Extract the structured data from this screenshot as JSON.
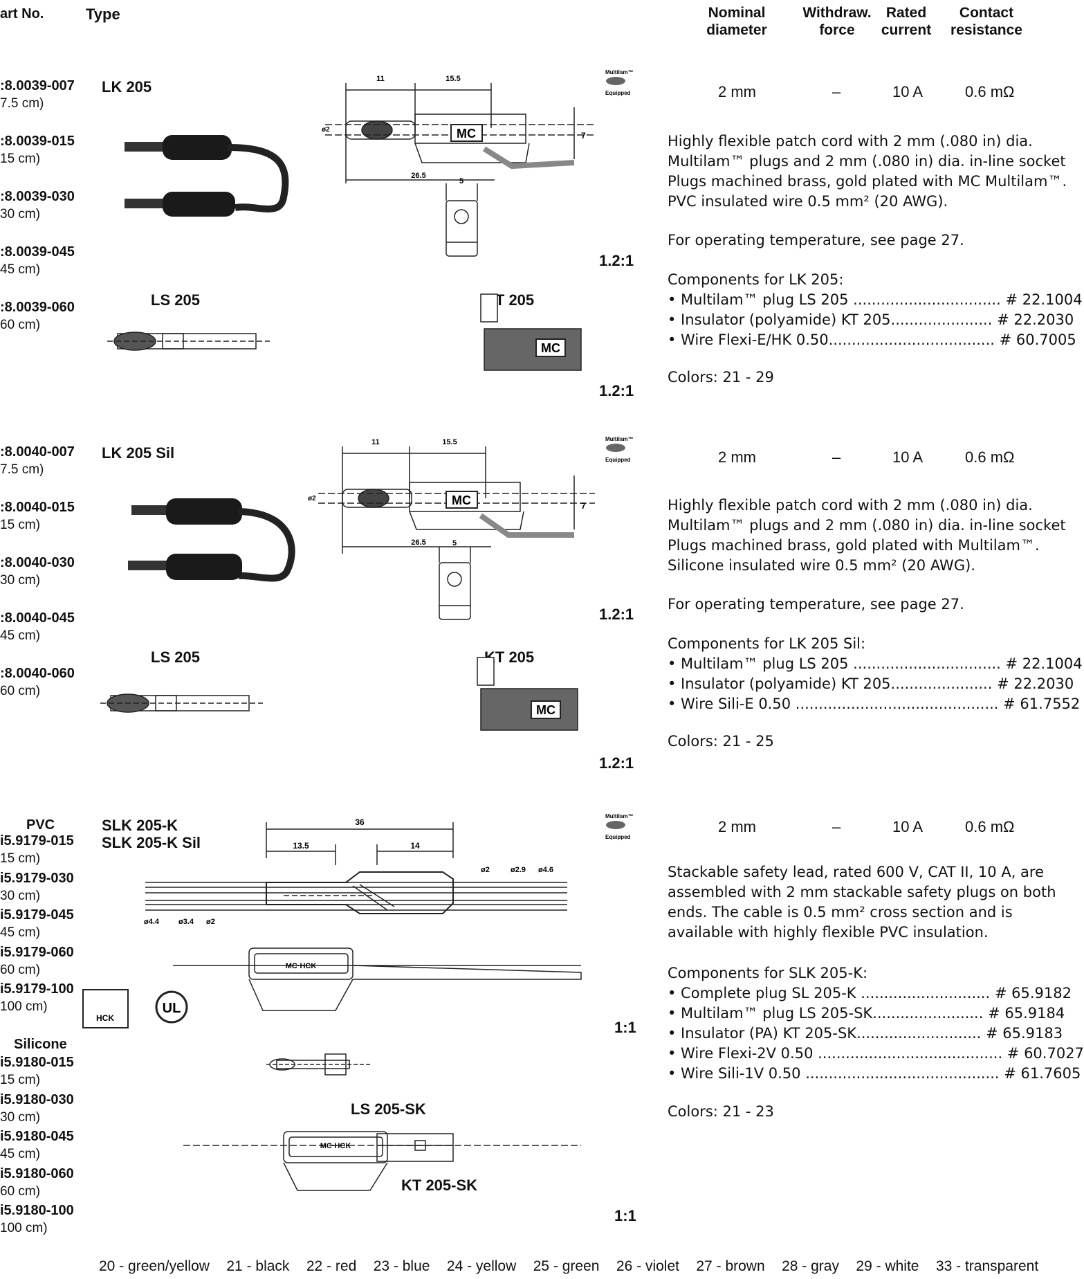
{
  "headers": {
    "part_no": "art No.",
    "type": "Type",
    "nominal_diameter": [
      "Nominal",
      "diameter"
    ],
    "withdraw_force": [
      "Withdraw.",
      "force"
    ],
    "rated_current": [
      "Rated",
      "current"
    ],
    "contact_resistance": [
      "Contact",
      "resistance"
    ]
  },
  "sections": [
    {
      "parts": [
        {
          "no": ":8.0039-007",
          "len": "7.5 cm)"
        },
        {
          "no": ":8.0039-015",
          "len": "15 cm)"
        },
        {
          "no": ":8.0039-030",
          "len": "30 cm)"
        },
        {
          "no": ":8.0039-045",
          "len": "45 cm)"
        },
        {
          "no": ":8.0039-060",
          "len": "60 cm)"
        }
      ],
      "type": "LK 205",
      "sub_plug": "LS 205",
      "sub_insulator": "KT 205",
      "ratio1": "1.2:1",
      "ratio2": "1.2:1",
      "specs": {
        "diameter": "2 mm",
        "force": "–",
        "current": "10 A",
        "resistance": "0.6 mΩ"
      },
      "description": [
        "Highly flexible patch cord with 2 mm (.080 in) dia.",
        "Multilam™ plugs and 2 mm (.080 in) dia. in-line socket",
        "Plugs machined brass, gold plated with MC Multilam™.",
        "PVC insulated wire 0.5 mm² (20 AWG)."
      ],
      "temperature": "For operating temperature, see page 27.",
      "components_title": "Components for LK 205:",
      "components": [
        {
          "name": "• Multilam™ plug LS 205",
          "dots": " ................................",
          "no": " # 22.1004"
        },
        {
          "name": "• Insulator (polyamide) KT 205",
          "dots": "......................",
          "no": " # 22.2030"
        },
        {
          "name": "• Wire Flexi-E/HK 0.50",
          "dots": "....................................",
          "no": " # 60.7005"
        }
      ],
      "colors": "Colors:  21 - 29"
    },
    {
      "parts": [
        {
          "no": ":8.0040-007",
          "len": "7.5 cm)"
        },
        {
          "no": ":8.0040-015",
          "len": "15 cm)"
        },
        {
          "no": ":8.0040-030",
          "len": "30 cm)"
        },
        {
          "no": ":8.0040-045",
          "len": "45 cm)"
        },
        {
          "no": ":8.0040-060",
          "len": "60 cm)"
        }
      ],
      "type": "LK 205 Sil",
      "sub_plug": "LS 205",
      "sub_insulator": "KT 205",
      "ratio1": "1.2:1",
      "ratio2": "1.2:1",
      "specs": {
        "diameter": "2 mm",
        "force": "–",
        "current": "10 A",
        "resistance": "0.6 mΩ"
      },
      "description": [
        "Highly flexible patch cord with 2 mm (.080 in) dia.",
        "Multilam™ plugs and 2 mm (.080 in) dia. in-line socket",
        "Plugs machined brass, gold plated with Multilam™.",
        "Silicone insulated wire 0.5 mm² (20 AWG)."
      ],
      "temperature": "For operating temperature, see page 27.",
      "components_title": "Components for LK 205 Sil:",
      "components": [
        {
          "name": "• Multilam™ plug LS 205",
          "dots": " ................................",
          "no": " # 22.1004"
        },
        {
          "name": "• Insulator (polyamide) KT 205",
          "dots": "......................",
          "no": " # 22.2030"
        },
        {
          "name": "• Wire Sili-E 0.50",
          "dots": " ............................................",
          "no": " # 61.7552"
        }
      ],
      "colors": "Colors:  21 - 25"
    },
    {
      "group_pvc": "PVC",
      "group_silicone": "Silicone",
      "parts_pvc": [
        {
          "no": "i5.9179-015",
          "len": "15 cm)"
        },
        {
          "no": "i5.9179-030",
          "len": "30 cm)"
        },
        {
          "no": "i5.9179-045",
          "len": "45 cm)"
        },
        {
          "no": "i5.9179-060",
          "len": "60 cm)"
        },
        {
          "no": "i5.9179-100",
          "len": "100 cm)"
        }
      ],
      "parts_silicone": [
        {
          "no": "i5.9180-015",
          "len": "15 cm)"
        },
        {
          "no": "i5.9180-030",
          "len": "30 cm)"
        },
        {
          "no": "i5.9180-045",
          "len": "45 cm)"
        },
        {
          "no": "i5.9180-060",
          "len": "60 cm)"
        },
        {
          "no": "i5.9180-100",
          "len": "100 cm)"
        }
      ],
      "type": "SLK 205-K",
      "type2": "SLK 205-K Sil",
      "sub_plug": "LS 205-SK",
      "sub_insulator": "KT 205-SK",
      "ratio1": "1:1",
      "ratio2": "1:1",
      "dims": {
        "total": "36",
        "left": "13.5",
        "right": "14",
        "d1": "ø2",
        "d2": "ø2.9",
        "d3": "ø4.6",
        "d4": "ø4.4",
        "d5": "ø3.4",
        "d6": "ø2"
      },
      "specs": {
        "diameter": "2 mm",
        "force": "–",
        "current": "10 A",
        "resistance": "0.6 mΩ"
      },
      "description": [
        "Stackable safety lead, rated 600 V, CAT II, 10 A, are",
        "assembled with 2 mm stackable safety plugs on both",
        "ends.  The cable is 0.5 mm² cross section and is",
        "available with highly flexible PVC insulation."
      ],
      "components_title": "Components for SLK 205-K:",
      "components": [
        {
          "name": "• Complete plug SL 205-K",
          "dots": " ............................",
          "no": " # 65.9182"
        },
        {
          "name": "• Multilam™ plug LS 205-SK",
          "dots": "........................",
          "no": " # 65.9184"
        },
        {
          "name": "• Insulator (PA) KT 205-SK",
          "dots": "...........................",
          "no": " # 65.9183"
        },
        {
          "name": "• Wire Flexi-2V 0.50",
          "dots": " ........................................",
          "no": " # 60.7027"
        },
        {
          "name": "• Wire Sili-1V 0.50",
          "dots": " ..........................................",
          "no": " # 61.7605"
        }
      ],
      "colors": "Colors:  21 - 23"
    }
  ],
  "drawing_labels": {
    "dim_11": "11",
    "dim_15_5": "15.5",
    "dim_26_5": "26.5",
    "dim_5": "5",
    "dim_7": "7",
    "dim_o2": "ø2",
    "mc": "MC",
    "mc_hck": "MC·HCK",
    "multilam_badge": [
      "Multilam™",
      "Equipped"
    ],
    "ul": "UL",
    "hck": "HCK"
  },
  "footer_colors": [
    "20 - green/yellow",
    "21 - black",
    "22 - red",
    "23 - blue",
    "24 - yellow",
    "25 - green",
    "26 - violet",
    "27 - brown",
    "28 - gray",
    "29 - white",
    "33 - transparent"
  ]
}
